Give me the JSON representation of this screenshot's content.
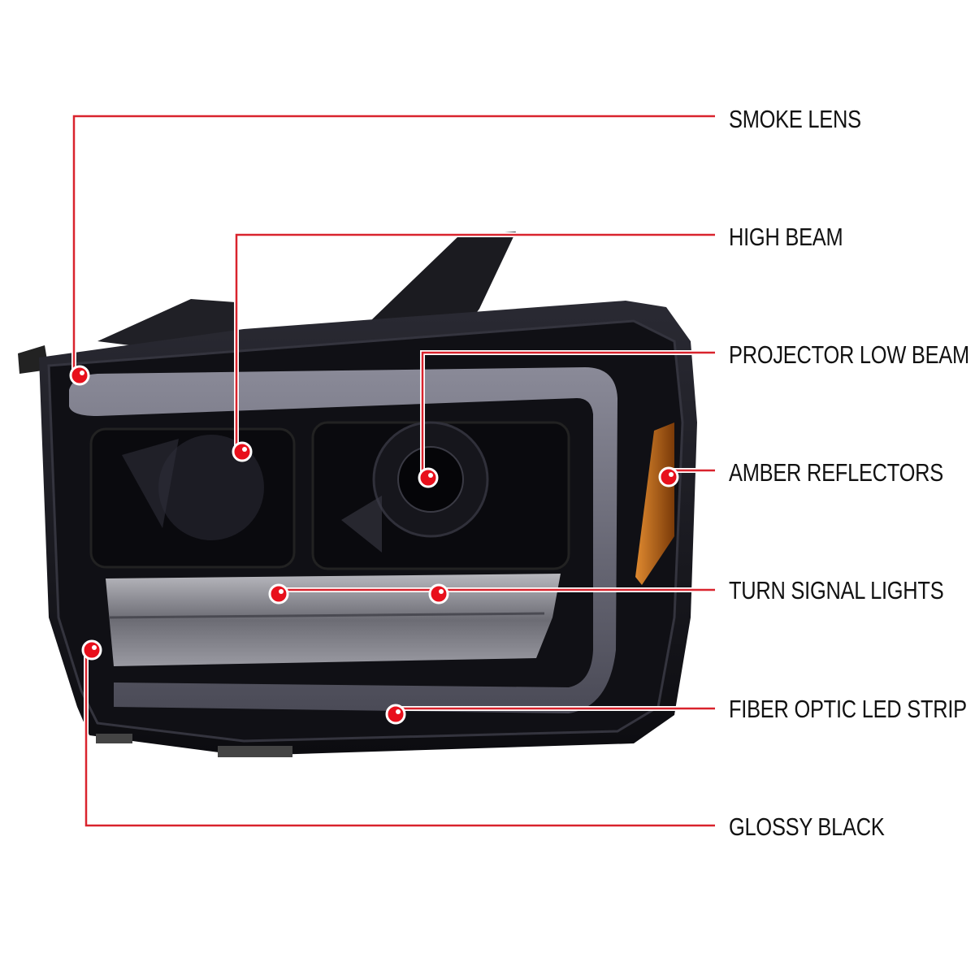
{
  "colors": {
    "callout_line": "#d9232d",
    "callout_dot": "#e8101c",
    "housing": "#14141a",
    "amber": "#c8620a"
  },
  "callouts": [
    {
      "label": "SMOKE LENS"
    },
    {
      "label": "HIGH BEAM"
    },
    {
      "label": "PROJECTOR LOW BEAM"
    },
    {
      "label": "AMBER REFLECTORS"
    },
    {
      "label": "TURN SIGNAL LIGHTS"
    },
    {
      "label": "FIBER OPTIC LED STRIP"
    },
    {
      "label": "GLOSSY BLACK"
    }
  ]
}
